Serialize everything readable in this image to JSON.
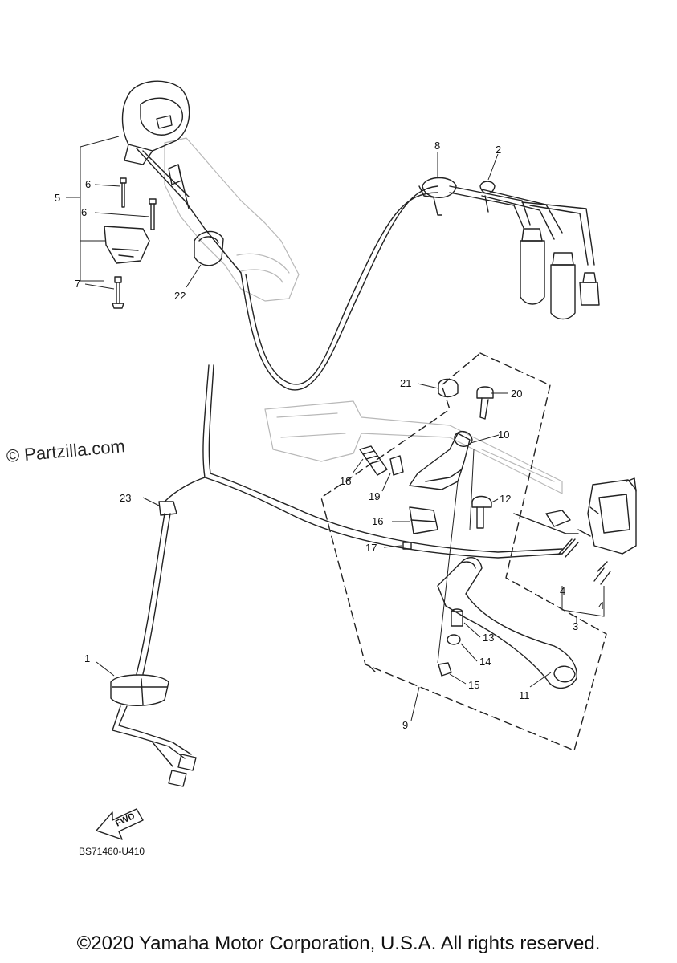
{
  "watermark": "© Partzilla.com",
  "diagram_code": "BS71460-U410",
  "fwd_label": "FWD",
  "copyright": "©2020 Yamaha Motor Corporation, U.S.A. All rights reserved.",
  "callouts": {
    "c1": "1",
    "c2": "2",
    "c3": "3",
    "c4a": "4",
    "c4b": "4",
    "c5": "5",
    "c6a": "6",
    "c6b": "6",
    "c7": "7",
    "c8": "8",
    "c9": "9",
    "c10": "10",
    "c11": "11",
    "c12": "12",
    "c13": "13",
    "c14": "14",
    "c15": "15",
    "c16": "16",
    "c17": "17",
    "c18": "18",
    "c19": "19",
    "c20": "20",
    "c21": "21",
    "c22": "22",
    "c23": "23"
  },
  "colors": {
    "line": "#222222",
    "ghost": "#b8b8b8",
    "background": "#ffffff"
  }
}
